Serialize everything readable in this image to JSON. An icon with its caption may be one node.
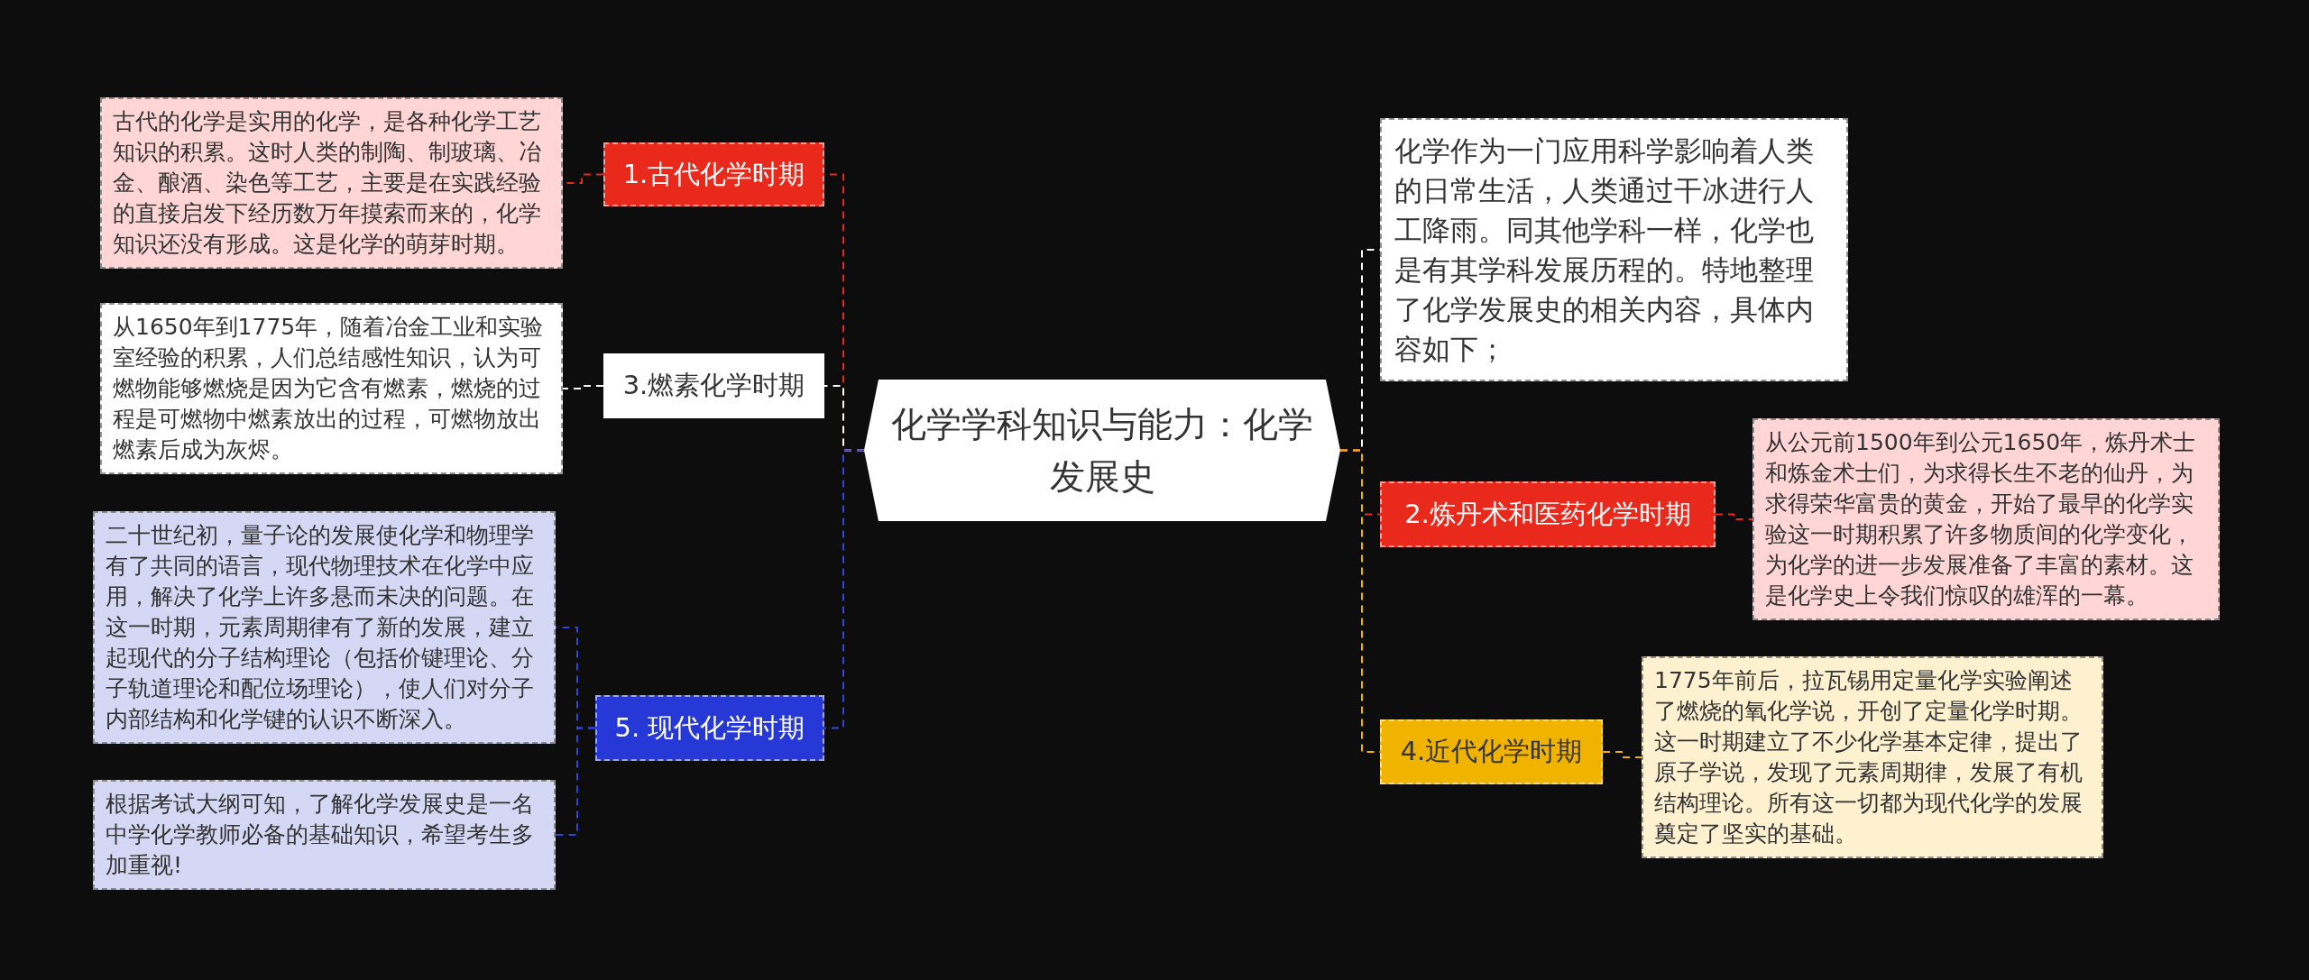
{
  "diagram": {
    "nodes": [
      {
        "text": [
          "化学学科知识与能力：化学发展史"
        ]
      },
      {
        "text": [
          "1.古代化学时期"
        ]
      },
      {
        "text": [
          "古代的化学是实用的化学，是各种化学工艺知识的积累。这时人类的制陶、制玻璃、冶金、酿酒、染色等工艺，主要是在实践经验的直接启发下经历数万年摸索而来的，化学知识还没有形成。这是化学的萌芽时期。"
        ]
      },
      {
        "text": [
          "3.燃素化学时期"
        ]
      },
      {
        "text": [
          "从1650年到1775年，随着冶金工业和实验室经验的积累，人们总结感性知识，认为可燃物能够燃烧是因为它含有燃素，燃烧的过程是可燃物中燃素放出的过程，可燃物放出燃素后成为灰烬。"
        ]
      },
      {
        "text": [
          "5. 现代化学时期"
        ]
      },
      {
        "text": [
          "二十世纪初，量子论的发展使化学和物理学有了共同的语言，现代物理技术在化学中应用，解决了化学上许多悬而未决的问题。在这一时期，元素周期律有了新的发展，建立起现代的分子结构理论（包括价键理论、分子轨道理论和配位场理论），使人们对分子内部结构和化学键的认识不断深入。"
        ]
      },
      {
        "text": [
          "根据考试大纲可知，了解化学发展史是一名中学化学教师必备的基础知识，希望考生多加重视!"
        ]
      },
      {
        "text": [
          "化学作为一门应用科学影响着人类的日常生活，人类通过干冰进行人工降雨。同其他学科一样，化学也是有其学科发展历程的。特地整理了化学发展史的相关内容，具体内容如下；"
        ]
      },
      {
        "text": [
          "2.炼丹术和医药化学时期"
        ]
      },
      {
        "text": [
          "从公元前1500年到公元1650年，炼丹术士和炼金术士们，为求得长生不老的仙丹，为求得荣华富贵的黄金，开始了最早的化学实验这一时期积累了许多物质间的化学变化，为化学的进一步发展准备了丰富的素材。这是化学史上令我们惊叹的雄浑的一幕。"
        ]
      },
      {
        "text": [
          "4.近代化学时期"
        ]
      },
      {
        "text": [
          "1775年前后，拉瓦锡用定量化学实验阐述了燃烧的氧化学说，开创了定量化学时期。这一时期建立了不少化学基本定律，提出了原子学说，发现了元素周期律，发展了有机结构理论。所有这一切都为现代化学的发展奠定了坚实的基础。"
        ]
      }
    ],
    "edges": [
      {
        "from": 0,
        "to": 1,
        "arrow": "none",
        "style": "dashed",
        "color": "#e8291c"
      },
      {
        "from": 1,
        "to": 2,
        "arrow": "none",
        "style": "dashed",
        "color": "#e8291c"
      },
      {
        "from": 0,
        "to": 3,
        "arrow": "none",
        "style": "dashed",
        "color": "#ffffff"
      },
      {
        "from": 3,
        "to": 4,
        "arrow": "none",
        "style": "dashed",
        "color": "#ffffff"
      },
      {
        "from": 0,
        "to": 5,
        "arrow": "none",
        "style": "dashed",
        "color": "#3344dd"
      },
      {
        "from": 5,
        "to": 6,
        "arrow": "none",
        "style": "dashed",
        "color": "#3344dd"
      },
      {
        "from": 5,
        "to": 7,
        "arrow": "none",
        "style": "dashed",
        "color": "#3344dd"
      },
      {
        "from": 0,
        "to": 8,
        "arrow": "none",
        "style": "dashed",
        "color": "#ffffff"
      },
      {
        "from": 0,
        "to": 9,
        "arrow": "none",
        "style": "dashed",
        "color": "#e8291c"
      },
      {
        "from": 9,
        "to": 10,
        "arrow": "none",
        "style": "dashed",
        "color": "#e8291c"
      },
      {
        "from": 0,
        "to": 11,
        "arrow": "none",
        "style": "dashed",
        "color": "#f0b400"
      },
      {
        "from": 11,
        "to": 12,
        "arrow": "none",
        "style": "dashed",
        "color": "#f0b400"
      }
    ]
  }
}
